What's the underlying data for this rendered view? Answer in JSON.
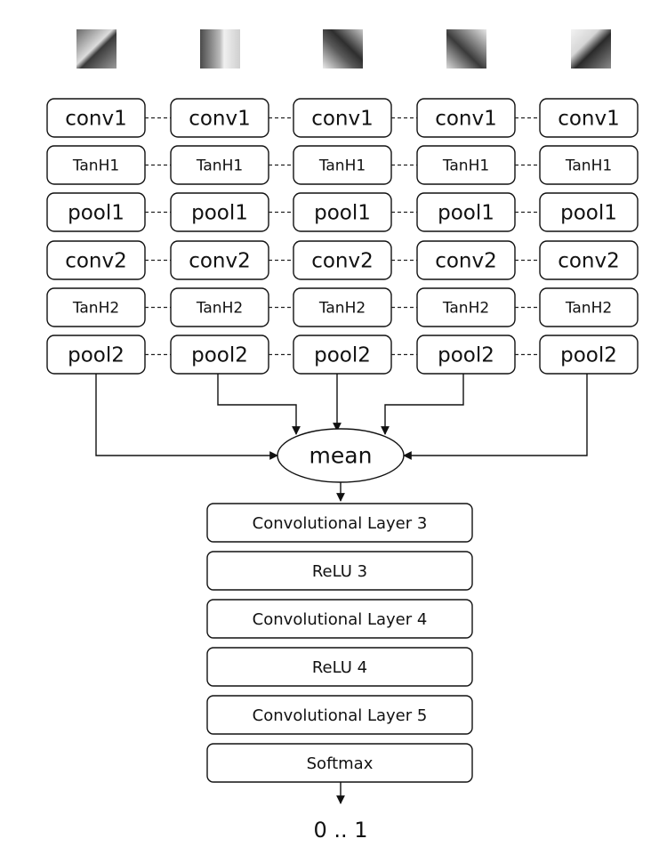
{
  "stream_columns": 5,
  "stream_layers": [
    {
      "label": "conv1",
      "size": "big"
    },
    {
      "label": "TanH1",
      "size": "small"
    },
    {
      "label": "pool1",
      "size": "big"
    },
    {
      "label": "conv2",
      "size": "big"
    },
    {
      "label": "TanH2",
      "size": "small"
    },
    {
      "label": "pool2",
      "size": "big"
    }
  ],
  "merge_label": "mean",
  "head_layers": [
    "Convolutional Layer 3",
    "ReLU 3",
    "Convolutional Layer 4",
    "ReLU 4",
    "Convolutional Layer 5",
    "Softmax"
  ],
  "output_label": "0 .. 1",
  "patch_images": [
    "input-patch-1",
    "input-patch-2",
    "input-patch-3",
    "input-patch-4",
    "input-patch-5"
  ]
}
